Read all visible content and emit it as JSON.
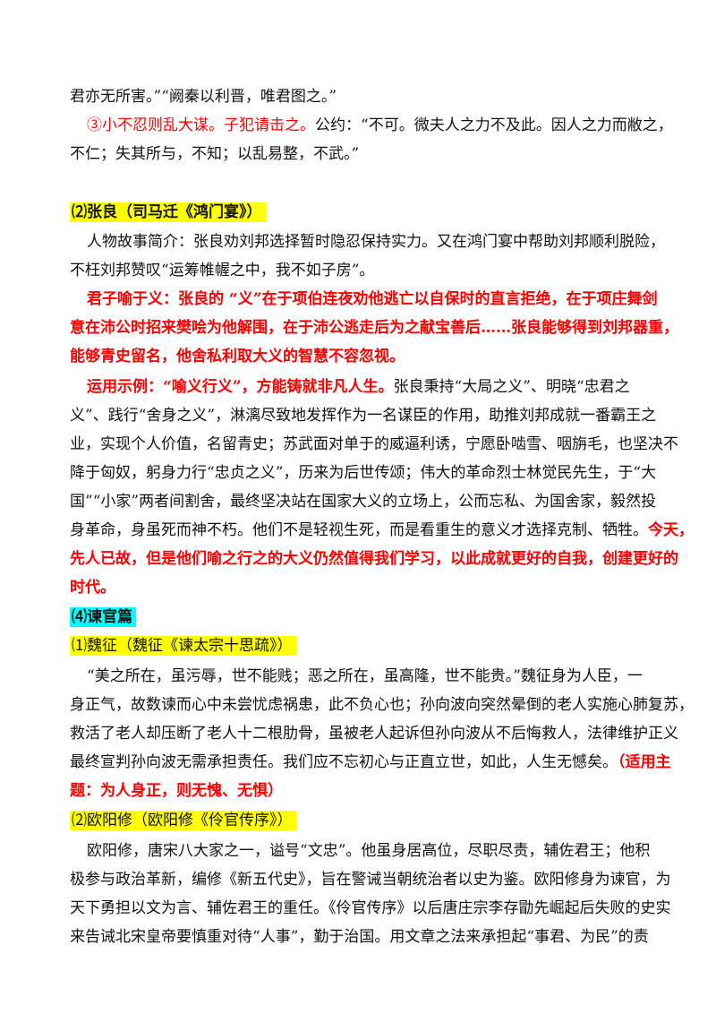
{
  "lines": [
    {
      "segments": [
        "君亦无所害。”“阙秦以利晋，唯君图之。”"
      ]
    },
    {
      "red": "③小不忍则乱大谋。子犯请击之。",
      "rest": "公约：“不可。微夫人之力不及此。因人之力而敝之，"
    },
    {
      "segments": [
        "不仁；失其所与，不知；以乱易整，不武。”"
      ]
    }
  ],
  "zhangliang": {
    "heading": "⑵张良（司马迁《鸿门宴》）",
    "intro": [
      "人物故事简介：张良劝刘邦选择暂时隐忍保持实力。又在鸿门宴中帮助刘邦顺利脱险，",
      "不枉刘邦赞叹“运筹帷幄之中，我不如子房”。"
    ],
    "junzi": [
      "君子喻于义：张良的 “义”在于项伯连夜劝他逃亡以自保时的直言拒绝，在于项庄舞剑",
      "意在沛公时招来樊哙为他解围，在于沛公逃走后为之献宝善后……张良能够得到刘邦器重，",
      "能够青史留名，他舍私利取大义的智慧不容忽视。"
    ],
    "example_red": "运用示例：“喻义行义”，方能铸就非凡人生。",
    "example_lines": [
      "张良秉持“大局之义”、明晓“忠君之",
      "义”、践行“舍身之义”，淋漓尽致地发挥作为一名谋臣的作用，助推刘邦成就一番霸王之",
      "业，实现个人价值，名留青史；苏武面对单于的威逼利诱，宁愿卧啮雪、咽旃毛，也坚决不",
      "降于匈奴，躬身力行“忠贞之义”，历来为后世传颂；伟大的革命烈士林觉民先生，于“大",
      "国”“小家”两者间割舍，最终坚决站在国家大义的立场上，公而忘私、为国舍家，毅然投"
    ],
    "last_black": "身革命，身虽死而神不朽。他们不是轻视生死，而是看重生的意义才选择克制、牺牲。",
    "last_red": "今天，",
    "tail_red": [
      "先人已故，但是他们喻之行之的大义仍然值得我们学习，以此成就更好的自我，创建更好的",
      "时代。"
    ]
  },
  "section4": {
    "heading": "⑷谏官篇",
    "weizheng": {
      "heading": "⑴魏征（魏征《谏太宗十思疏》）",
      "lines": [
        "“美之所在，虽污辱，世不能贱；恶之所在，虽高隆，世不能贵。”魏征身为人臣，一",
        "身正气，故数谏而心中未尝忧虑祸患，此不负心也；孙向波向突然晕倒的老人实施心肺复苏，",
        "救活了老人却压断了老人十二根肋骨，虽被老人起诉但孙向波从不后悔救人，法律维护正义"
      ],
      "last_black": "最终宣判孙向波无需承担责任。我们应不忘初心与正直立世，如此，人生无憾矣。",
      "last_red": "（适用主",
      "tail_red": "题：为人身正，则无愧、无惧）"
    },
    "ouyang": {
      "heading": "⑵欧阳修（欧阳修《伶官传序》）",
      "lines": [
        "欧阳修，唐宋八大家之一，谥号“文忠”。他虽身居高位，尽职尽责，辅佐君王；他积",
        "极参与政治革新，编修《新五代史》，旨在警诫当朝统治者以史为鉴。欧阳修身为谏官，为",
        "天下勇担以文为言、辅佐君王的重任。《伶官传序》以后唐庄宗李存勖先崛起后失败的史实",
        "来告诫北宋皇帝要慎重对待“人事”，勤于治国。用文章之法来承担起“事君、为民”的责"
      ]
    }
  }
}
